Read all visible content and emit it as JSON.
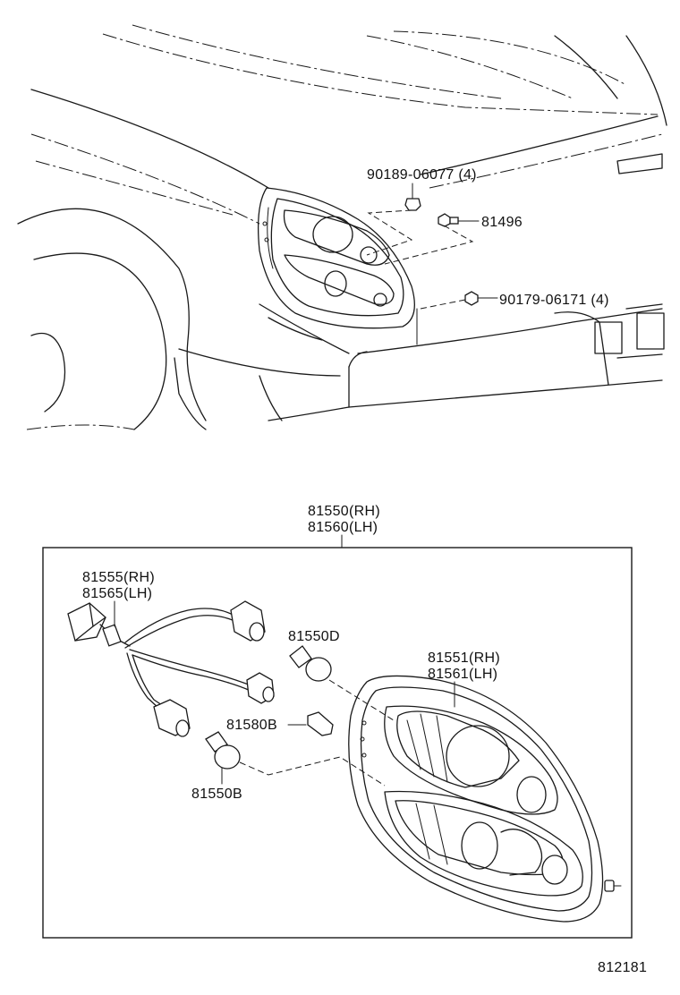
{
  "diagram": {
    "ref_number": "812181",
    "callouts": {
      "clip_top": "90189-06077 (4)",
      "bolt": "81496",
      "clip_bottom": "90179-06171 (4)",
      "assy_rh": "81550(RH)",
      "assy_lh": "81560(LH)",
      "wire_rh": "81555(RH)",
      "wire_lh": "81565(LH)",
      "bulb_d": "81550D",
      "lens_rh": "81551(RH)",
      "lens_lh": "81561(LH)",
      "socket_b": "81580B",
      "bulb_b": "81550B"
    }
  }
}
